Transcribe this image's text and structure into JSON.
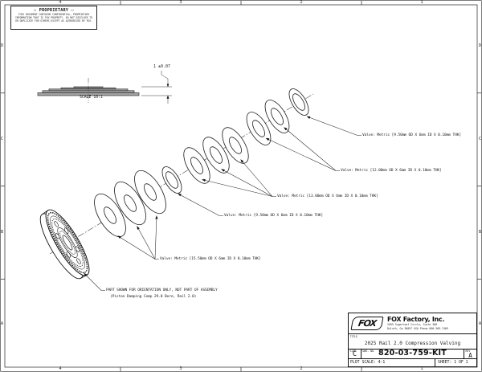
{
  "proprietary": {
    "title": "☐ PROPRIETARY ☐",
    "line1": "THIS DOCUMENT CONTAINS CONFIDENTIAL, PROPRIETARY",
    "line2": "INFORMATION THAT IS FOX PROPERTY. DO NOT DISCLOSE TO",
    "line3": "OR DUPLICATE FOR OTHERS EXCEPT AS AUTHORIZED BY FOX."
  },
  "side_view": {
    "scale": "SCALE 10:1",
    "dimension": "1 ±0.07"
  },
  "callouts": {
    "c1": "Valve: Metric [9.50mm OD X 6mm ID X 0.10mm THK]",
    "c2": "Valve: Metric [12.00mm OD X 6mm ID X 0.10mm THK]",
    "c3": "Valve: Metric [13.00mm OD X 6mm ID X 0.10mm THK]",
    "c4": "Valve: Metric [9.50mm OD X 6mm ID X 0.10mm THK]",
    "c5": "Valve: Metric [15.50mm OD X 6mm ID X 0.10mm THK]"
  },
  "note": {
    "line1": "PART SHOWN FOR ORIENTATION ONLY, NOT PART OF ASSEMBLY",
    "line2": "(Piston Damping Comp 29.0 Bore, Rail 2.0)"
  },
  "zones": {
    "top": [
      "4",
      "3",
      "2",
      "1"
    ],
    "bottom": [
      "4",
      "3",
      "2",
      "1"
    ],
    "left": [
      "D",
      "C",
      "B",
      "A"
    ],
    "right": [
      "D",
      "C",
      "B",
      "A"
    ]
  },
  "title_block": {
    "logo": "FOX",
    "company": "FOX Factory, Inc.",
    "address1": "2055 Sugarloaf Circle, Suite 300",
    "address2": "Duluth, Ga 30097 USA Phone 800-369-7469",
    "title_label": "TITLE",
    "title": "2025 Rail 2.0 Compression Valving",
    "size_label": "SIZE",
    "size": "C",
    "dwg_label": "DWG. NO.",
    "dwg_no": "820-03-759-KIT",
    "rev_label": "REV",
    "rev": "A",
    "plot_scale": "PLOT SCALE: 4:1",
    "sheet": "SHEET: 1 OF 1"
  }
}
